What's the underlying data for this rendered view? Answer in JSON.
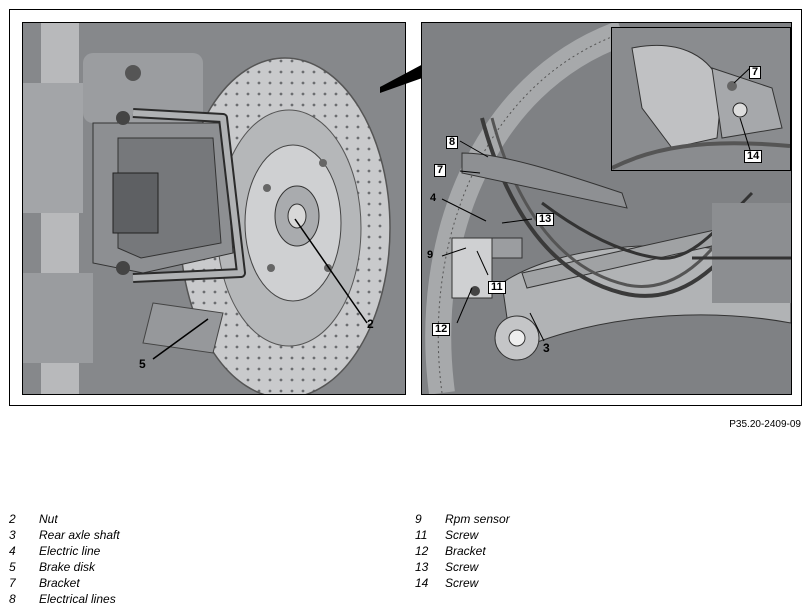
{
  "figure": {
    "reference_code": "P35.20-2409-09",
    "left_labels": {
      "nut": "2",
      "brake_disk": "5"
    },
    "right_labels": {
      "rear_axle_shaft": "3",
      "electric_line": "4",
      "bracket": "7",
      "electrical_lines": "8",
      "rpm_sensor": "9",
      "screw_11": "11",
      "bracket_12": "12",
      "screw_13": "13",
      "screw_14": "14",
      "inset_bracket": "7"
    }
  },
  "legend": {
    "left": [
      {
        "num": "2",
        "text": "Nut"
      },
      {
        "num": "3",
        "text": "Rear axle shaft"
      },
      {
        "num": "4",
        "text": "Electric line"
      },
      {
        "num": "5",
        "text": "Brake disk"
      },
      {
        "num": "7",
        "text": "Bracket"
      },
      {
        "num": "8",
        "text": "Electrical lines"
      }
    ],
    "right": [
      {
        "num": "9",
        "text": "Rpm sensor"
      },
      {
        "num": "11",
        "text": "Screw"
      },
      {
        "num": "12",
        "text": "Bracket"
      },
      {
        "num": "13",
        "text": "Screw"
      },
      {
        "num": "14",
        "text": "Screw"
      }
    ]
  }
}
